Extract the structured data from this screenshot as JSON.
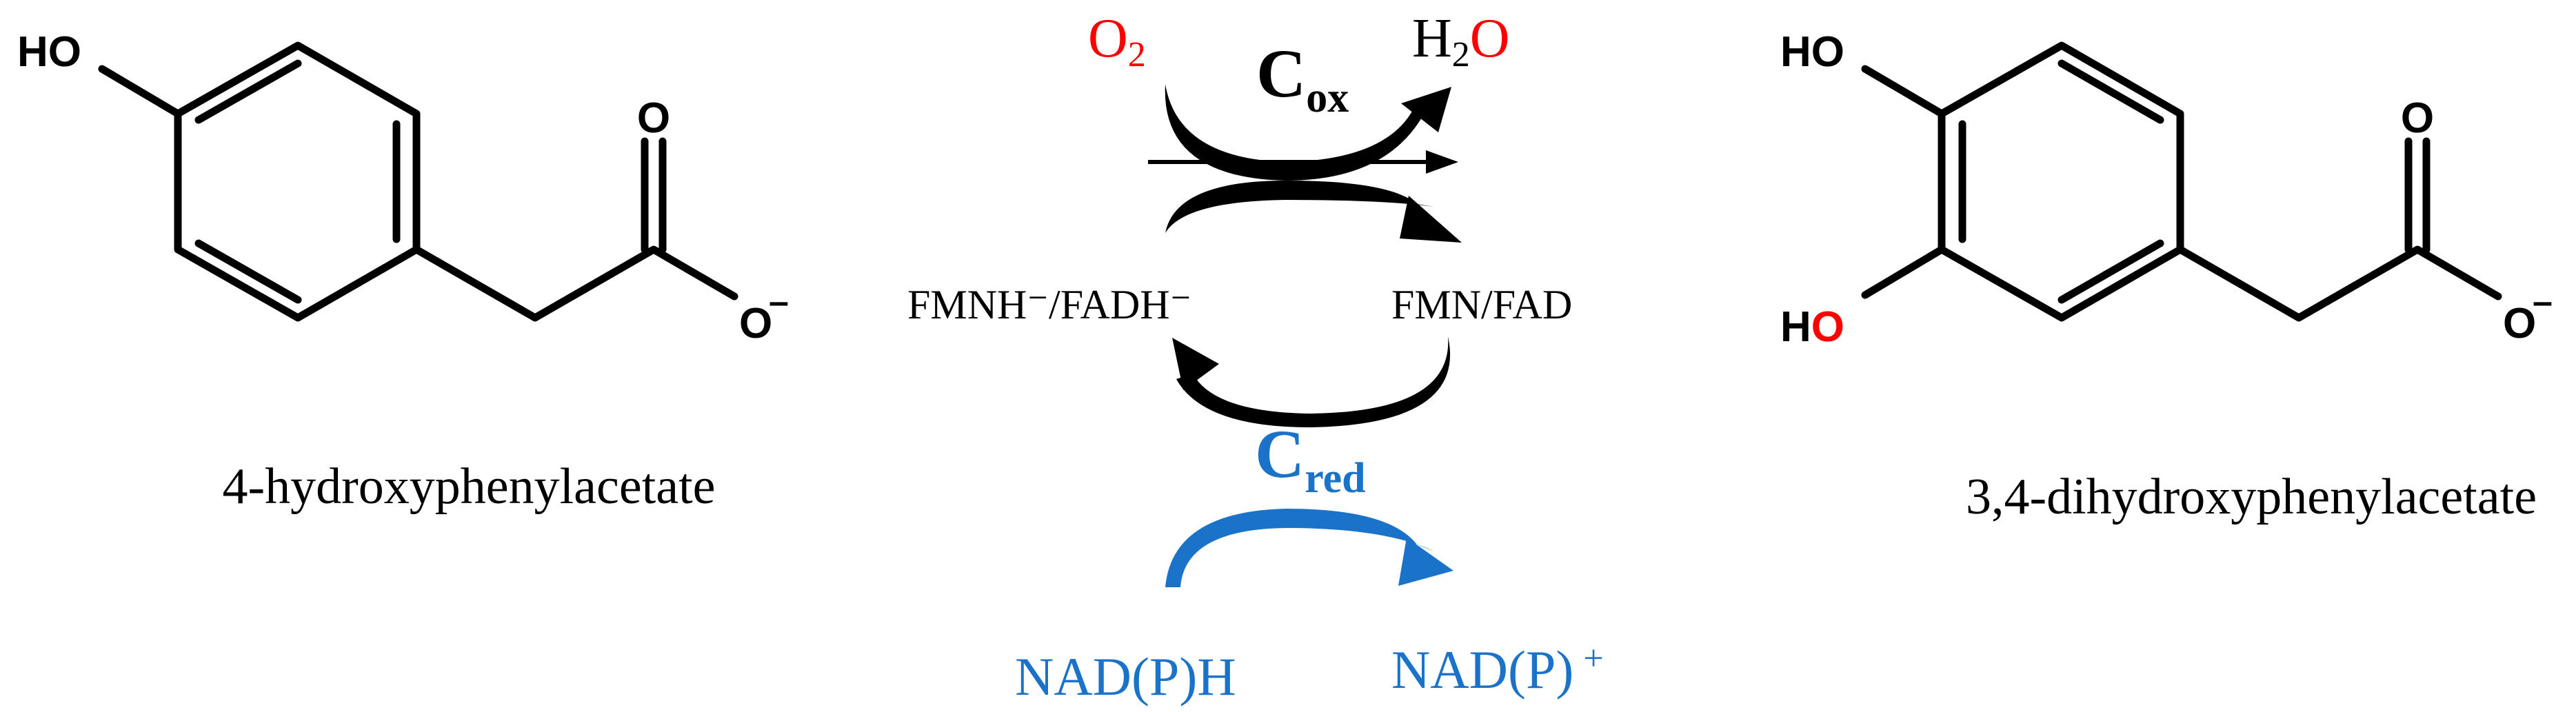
{
  "colors": {
    "ink": "#000000",
    "oxygen_red": "#ff0000",
    "reductase_blue": "#1a73c8"
  },
  "substrate": {
    "label_hydroxyl": "HO",
    "label_carbonyl_o": "O",
    "label_carboxylate_o": "O",
    "charge": "–",
    "name": "4-hydroxyphenylacetate"
  },
  "product": {
    "label_hydroxyl_top": "HO",
    "label_hydroxyl_bottom_h": "H",
    "label_hydroxyl_bottom_o": "O",
    "label_carbonyl_o": "O",
    "label_carboxylate_o": "O",
    "charge": "–",
    "name": "3,4-dihydroxyphenylacetate"
  },
  "oxygenase": {
    "co_reactant_base": "O",
    "co_reactant_sub": "2",
    "co_product_h": "H",
    "co_product_sub": "2",
    "co_product_o": "O",
    "enzyme_base": "C",
    "enzyme_sub": "ox"
  },
  "flavin": {
    "reduced_label": "FMNH⁻/FADH⁻",
    "oxidized_label": "FMN/FAD"
  },
  "reductase": {
    "enzyme_base": "C",
    "enzyme_sub": "red",
    "cofactor_reduced": "NAD(P)H",
    "cofactor_oxidized": "NAD(P)",
    "cofactor_oxidized_charge": "+"
  }
}
